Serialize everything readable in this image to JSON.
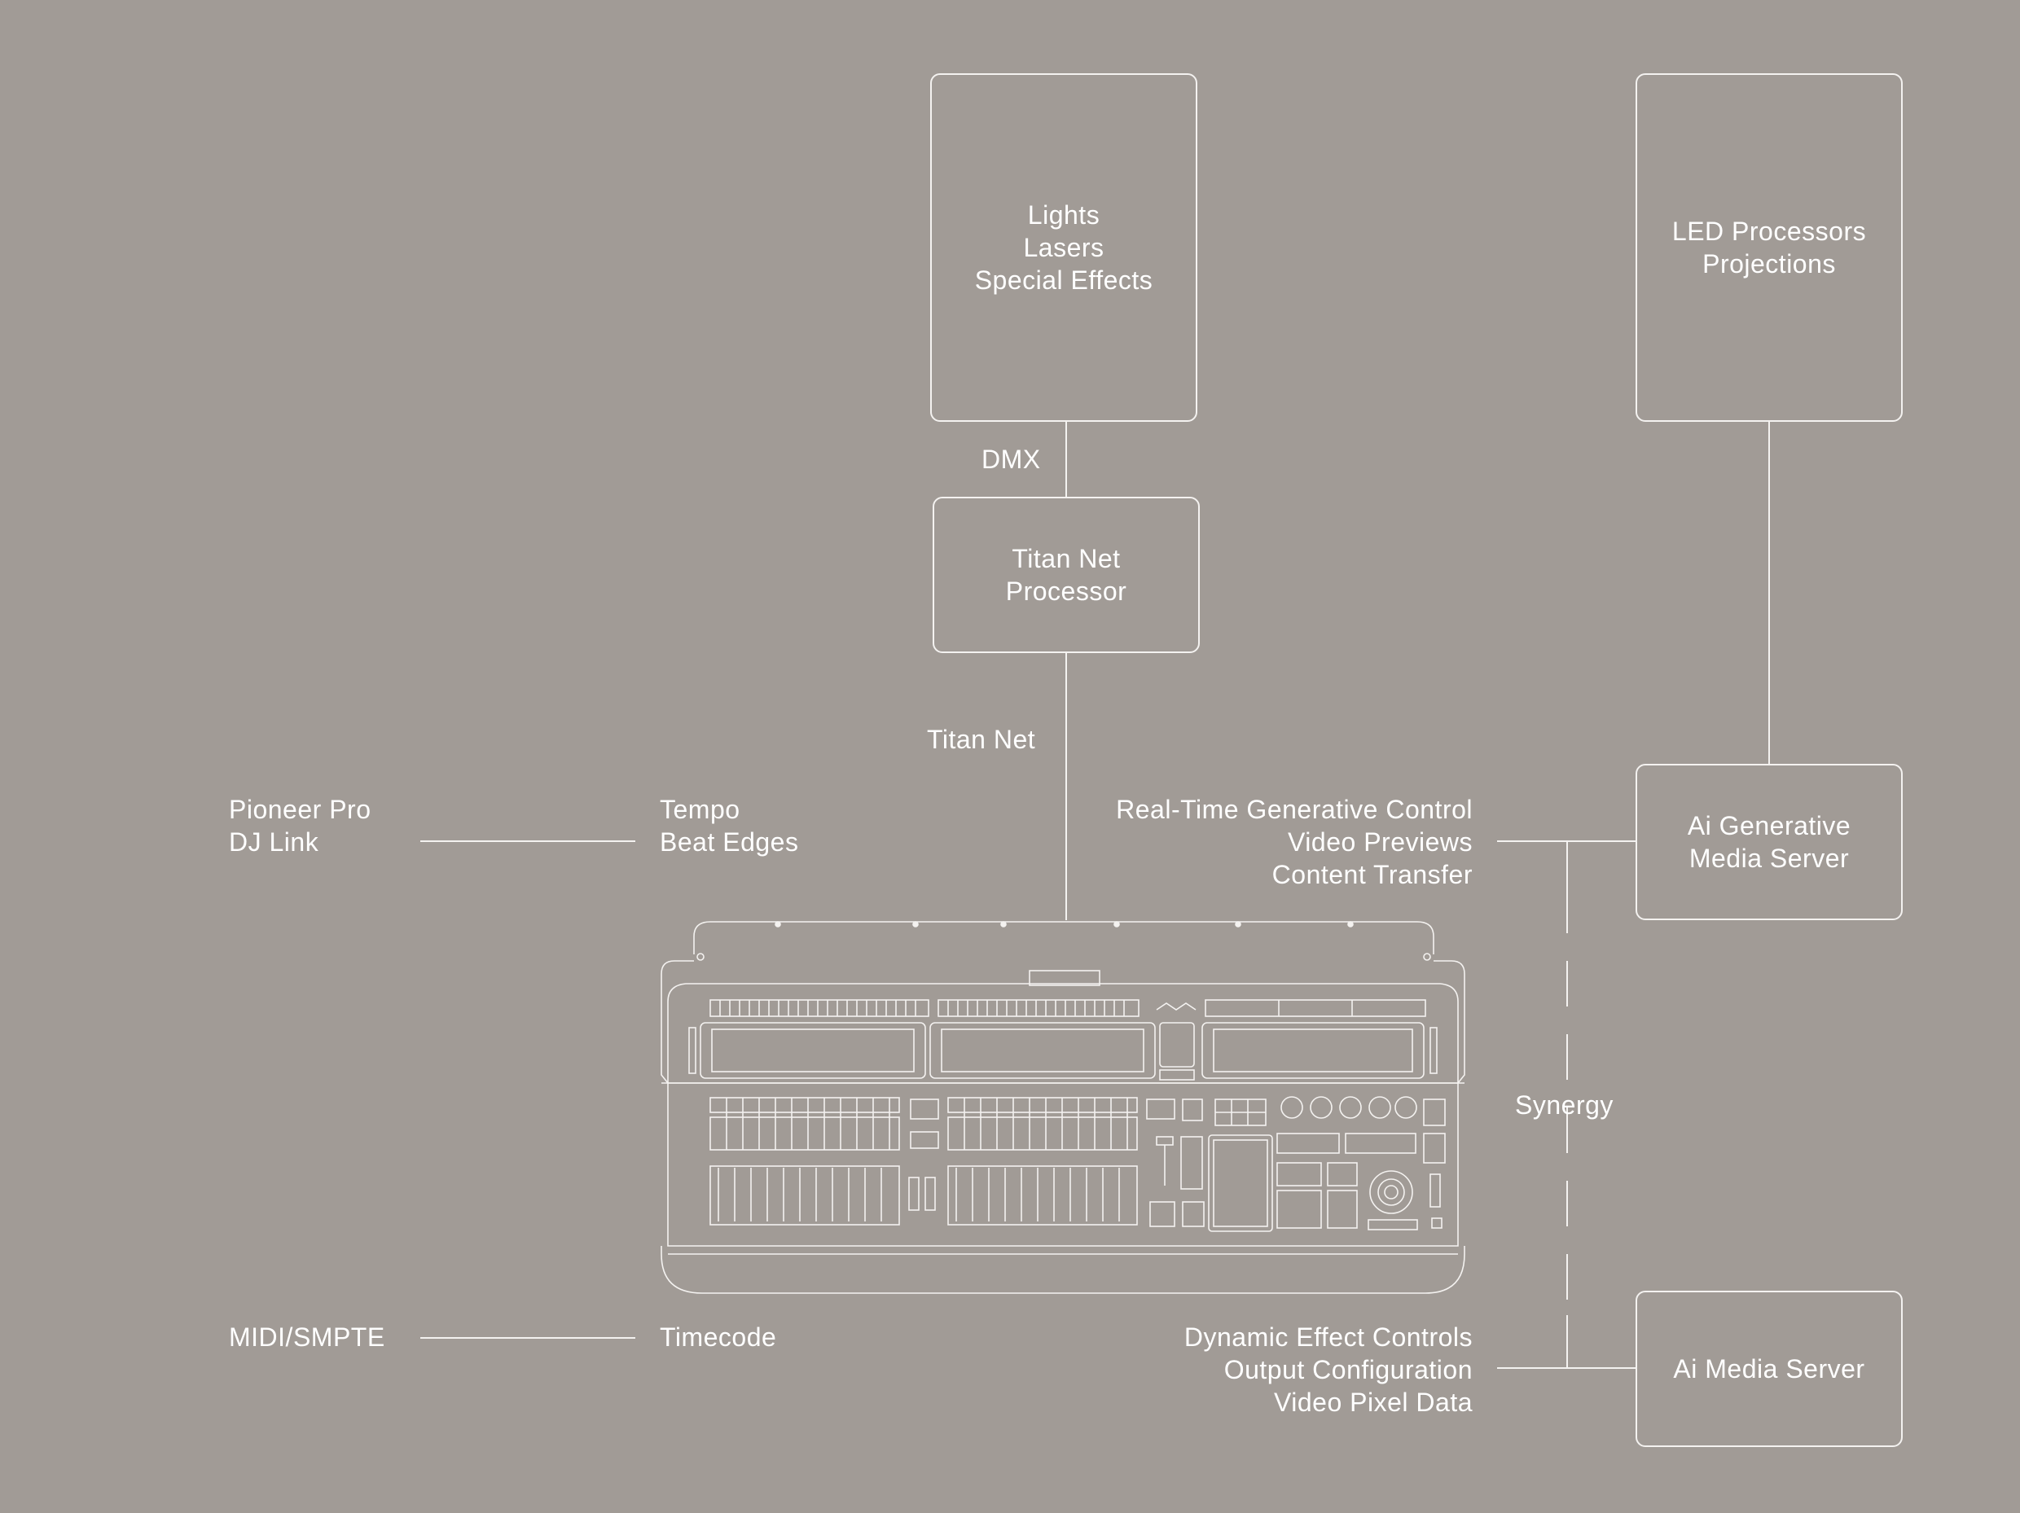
{
  "diagram": {
    "line_color": "#f4f2f0",
    "background_color": "#a19b96",
    "boxes": {
      "fixtures": [
        "Lights",
        "Lasers",
        "Special Effects"
      ],
      "led": [
        "LED Processors",
        "Projections"
      ],
      "titan_processor": [
        "Titan Net",
        "Processor"
      ],
      "ai_generative": [
        "Ai Generative",
        "Media Server"
      ],
      "ai_media": [
        "Ai Media Server"
      ]
    },
    "connections": {
      "dmx": "DMX",
      "titan_net": "Titan Net",
      "synergy": "Synergy",
      "pioneer_source": [
        "Pioneer Pro",
        "DJ Link"
      ],
      "pioneer_data": [
        "Tempo",
        "Beat Edges"
      ],
      "midi_source": "MIDI/SMPTE",
      "midi_data": "Timecode",
      "generative_data": [
        "Real-Time Generative Control",
        "Video Previews",
        "Content Transfer"
      ],
      "media_data": [
        "Dynamic Effect Controls",
        "Output Configuration",
        "Video Pixel Data"
      ]
    },
    "console": {
      "icon": "lighting-console-icon"
    }
  }
}
